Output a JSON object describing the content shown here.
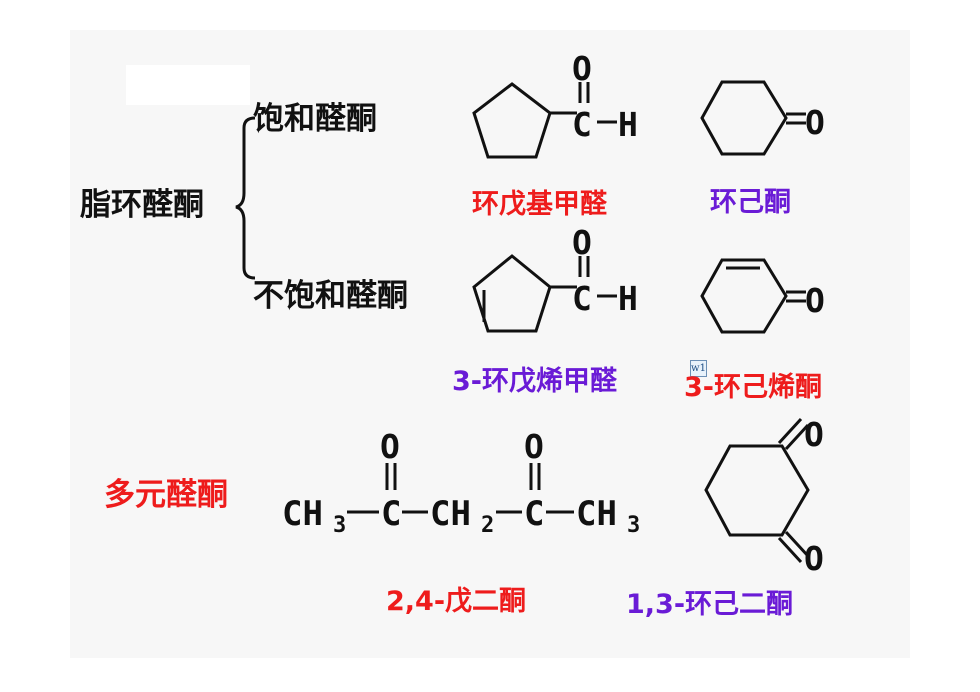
{
  "categories": {
    "alicyclic": "脂环醛酮",
    "saturated": "饱和醛酮",
    "unsaturated": "不饱和醛酮",
    "polycarbonyl": "多元醛酮"
  },
  "compounds": {
    "cyclopentanecarbaldehyde": "环戊基甲醛",
    "cyclohexanone": "环己酮",
    "cyclopentene_carbaldehyde": "3-环戊烯甲醛",
    "cyclohexenone": "3-环己烯酮",
    "pentanedione": "2,4-戊二酮",
    "cyclohexanedione": "1,3-环己二酮"
  },
  "atoms": {
    "O": "O",
    "C": "C",
    "H": "H",
    "CH": "CH",
    "CH3": "CH₃",
    "CH2": "CH₂"
  },
  "comment_marker": "w1",
  "colors": {
    "red": "#ee1c1c",
    "purple": "#6a1bd6",
    "black": "#111111"
  }
}
